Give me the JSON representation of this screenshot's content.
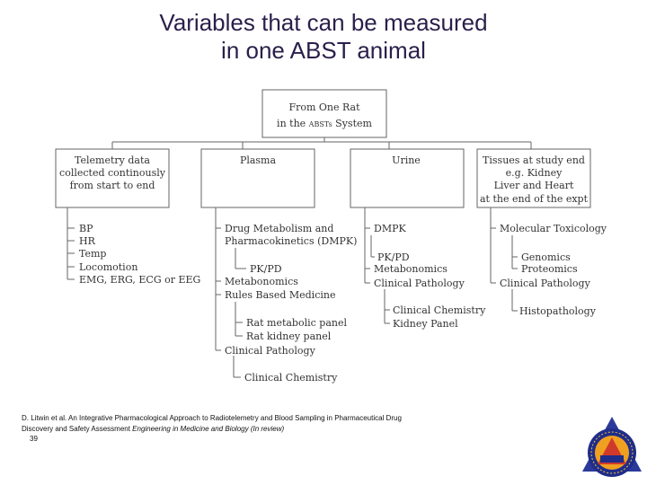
{
  "title": {
    "line1": "Variables that can be measured",
    "line2": "in one ABST animal"
  },
  "diagram": {
    "root": {
      "line1": "From One Rat",
      "line2_prefix": "in the ",
      "line2_small": "ABSTs",
      "line2_suffix": " System"
    },
    "branches": [
      {
        "lines": [
          "Telemetry data",
          "collected continously",
          "from start to end"
        ],
        "items": [
          "BP",
          "HR",
          "Temp",
          "Locomotion",
          "EMG, ERG, ECG or EEG"
        ]
      },
      {
        "lines": [
          "Plasma"
        ],
        "items": [
          "Drug Metabolism and",
          "Pharmacokinetics (DMPK)",
          "PK/PD",
          "Metabonomics",
          "Rules Based Medicine",
          "Rat metabolic panel",
          "Rat kidney panel",
          "Clinical Pathology",
          "Clinical Chemistry"
        ]
      },
      {
        "lines": [
          "Urine"
        ],
        "items": [
          "DMPK",
          "PK/PD",
          "Metabonomics",
          "Clinical Pathology",
          "Clinical Chemistry",
          "Kidney Panel"
        ]
      },
      {
        "lines": [
          "Tissues at study end",
          "e.g. Kidney",
          "Liver and Heart",
          "at the end of the expt"
        ],
        "items": [
          "Molecular Toxicology",
          "Genomics",
          "Proteomics",
          "Clinical Pathology",
          "Histopathology"
        ]
      }
    ]
  },
  "citation": {
    "line1": "D. Litwin et al. An Integrative Pharmacological Approach to Radiotelemetry and Blood Sampling in Pharmaceutical Drug",
    "line2_plain": "Discovery and Safety Assessment ",
    "line2_italic": "Engineering in Medicine and Biology (In review)"
  },
  "page_number": "39",
  "colors": {
    "title": "#2a1f4a",
    "lines": "#666666",
    "logo_ring": "#1f2d8a",
    "logo_fill": "#f0a020",
    "logo_tri": "#2b3a9a"
  },
  "logo_icon": "pharmacological-society-seal"
}
